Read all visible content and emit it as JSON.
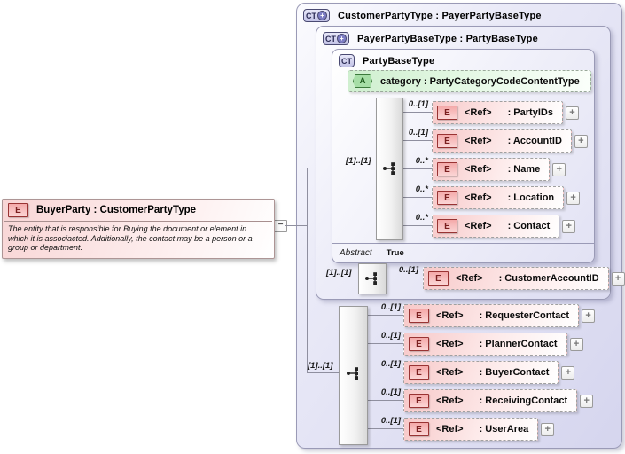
{
  "buyer_party": {
    "badge": "E",
    "title": "BuyerParty : CustomerPartyType",
    "description": "The entity that is responsible for Buying the document or element in which it is associacted. Additionally, the contact  may be a person or a group or department."
  },
  "toggles": {
    "collapse": "−",
    "expand": "+",
    "derived_plus": "+"
  },
  "customer_party_type": {
    "badge": "CT",
    "title": "CustomerPartyType : PayerPartyBaseType"
  },
  "payer_party_base_type": {
    "badge": "CT",
    "title": "PayerPartyBaseType : PartyBaseType"
  },
  "party_base_type": {
    "badge": "CT",
    "title": "PartyBaseType",
    "abstract_label": "Abstract",
    "abstract_value": "True"
  },
  "category_attribute": {
    "badge": "A",
    "label": "category : PartyCategoryCodeContentType"
  },
  "groups": [
    {
      "cardinality": "[1]..[1]",
      "elements": [
        {
          "badge": "E",
          "cardinality": "0..[1]",
          "ref": "<Ref>",
          "type": ": PartyIDs"
        },
        {
          "badge": "E",
          "cardinality": "0..[1]",
          "ref": "<Ref>",
          "type": ": AccountID"
        },
        {
          "badge": "E",
          "cardinality": "0..*",
          "ref": "<Ref>",
          "type": ": Name"
        },
        {
          "badge": "E",
          "cardinality": "0..*",
          "ref": "<Ref>",
          "type": ": Location"
        },
        {
          "badge": "E",
          "cardinality": "0..*",
          "ref": "<Ref>",
          "type": ": Contact"
        }
      ]
    },
    {
      "cardinality": "[1]..[1]",
      "elements": [
        {
          "badge": "E",
          "cardinality": "0..[1]",
          "ref": "<Ref>",
          "type": ": CustomerAccountID"
        }
      ]
    },
    {
      "cardinality": "[1]..[1]",
      "elements": [
        {
          "badge": "E",
          "cardinality": "0..[1]",
          "ref": "<Ref>",
          "type": ": RequesterContact"
        },
        {
          "badge": "E",
          "cardinality": "0..[1]",
          "ref": "<Ref>",
          "type": ": PlannerContact"
        },
        {
          "badge": "E",
          "cardinality": "0..[1]",
          "ref": "<Ref>",
          "type": ": BuyerContact"
        },
        {
          "badge": "E",
          "cardinality": "0..[1]",
          "ref": "<Ref>",
          "type": ": ReceivingContact"
        },
        {
          "badge": "E",
          "cardinality": "0..[1]",
          "ref": "<Ref>",
          "type": ": UserArea"
        }
      ]
    }
  ],
  "colors": {
    "container_fill": "#dcdcf2",
    "container_border": "#9a9ab6",
    "element_fill": "#f7c9c9",
    "element_badge_border": "#993333",
    "attribute_fill": "#cfefcf",
    "connector": "#8f8f9f"
  }
}
